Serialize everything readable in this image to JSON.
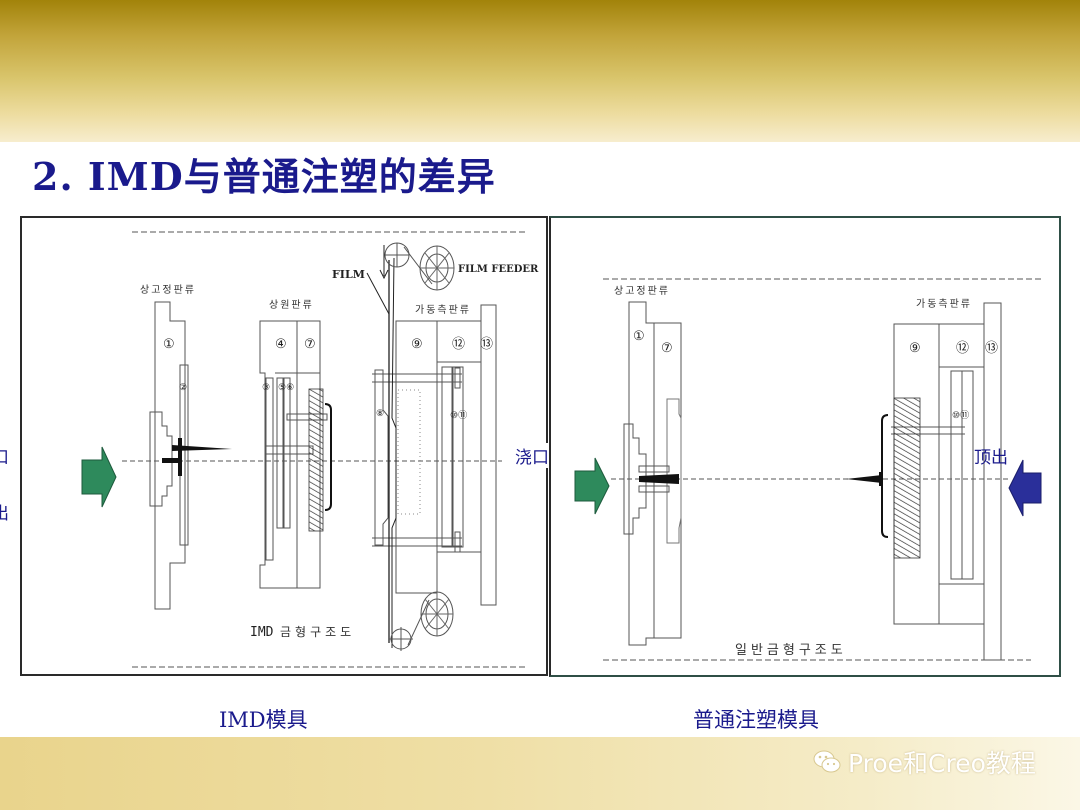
{
  "slide": {
    "title": "2. IMD与普通注塑的差异",
    "colors": {
      "title_text": "#1a1a8c",
      "band_top_dark": "#a2830a",
      "band_light": "#f7edce",
      "inject_arrow": "#2e8a5c",
      "eject_arrow": "#2a2f9a"
    }
  },
  "left_diagram": {
    "caption": "IMD模具",
    "structure_label_prefix": "IMD",
    "structure_label": "금형구조도",
    "fixed_plate_label": "상고정판류",
    "runner_plate_label": "상원판류",
    "moving_plate_label": "가동측판류",
    "film_label": "FILM",
    "film_feeder_label": "FILM FEEDER",
    "part_numbers": [
      "①",
      "②",
      "③",
      "④",
      "⑤⑥",
      "⑦",
      "⑧",
      "⑨",
      "⑫",
      "⑬",
      "⑩⑪"
    ],
    "edge_labels": {
      "gate_cut": "口",
      "eject_cut": "出"
    }
  },
  "right_diagram": {
    "caption": "普通注塑模具",
    "structure_label": "일반금형구조도",
    "fixed_plate_label": "상고정판류",
    "moving_plate_label": "가동측판류",
    "gate_label": "浇口",
    "eject_label": "顶出",
    "part_numbers": [
      "①",
      "⑦",
      "⑨",
      "⑫",
      "⑬",
      "⑩⑪"
    ]
  },
  "watermark": {
    "icon": "wechat-icon",
    "text": "Proe和Creo教程"
  }
}
